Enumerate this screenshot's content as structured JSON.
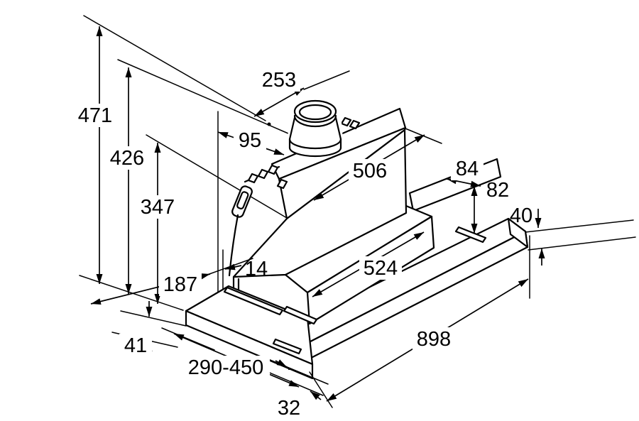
{
  "drawing": {
    "type": "appliance installation dimension diagram",
    "subject": "telescopic slide-out cooker hood, isometric line drawing",
    "colors": {
      "line": "#000000",
      "background": "#ffffff"
    },
    "labels": {
      "h471": "471",
      "h426": "426",
      "h347": "347",
      "w95": "95",
      "w253": "253",
      "w506": "506",
      "d84": "84",
      "h82": "82",
      "h40": "40",
      "w14": "14",
      "h187": "187",
      "w524": "524",
      "w898": "898",
      "h41": "41",
      "range290450": "290-450",
      "d32": "32"
    }
  }
}
